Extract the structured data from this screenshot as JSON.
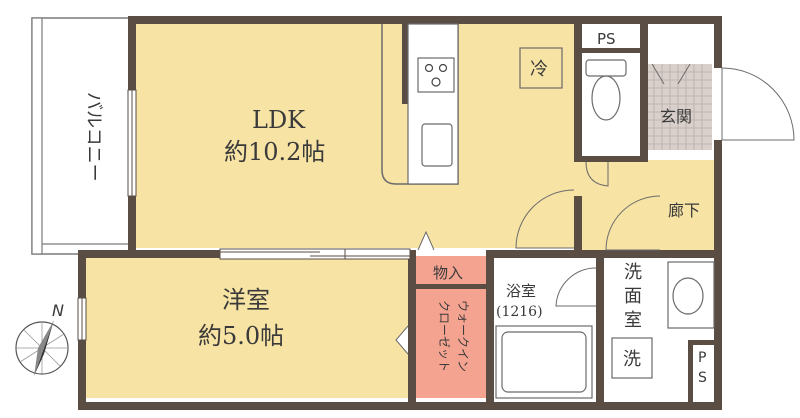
{
  "colors": {
    "wall": "#5a4d44",
    "room_fill": "#f7e3a4",
    "white": "#ffffff",
    "closet_fill": "#f4a391",
    "storage_fill": "#f4a391",
    "entrance_tile": "#d9d0cb",
    "line": "#6b6b6b"
  },
  "rooms": {
    "ldk": {
      "name": "LDK",
      "size": "約10.2帖"
    },
    "western": {
      "name": "洋室",
      "size": "約5.0帖"
    },
    "balcony": {
      "name": "バルコニー"
    },
    "storage": {
      "name": "物入"
    },
    "closet": {
      "name": "ウォークインクローゼット",
      "line1": "ウォークイン",
      "line2": "クローゼット"
    },
    "bath": {
      "name": "浴室",
      "size": "(1216)"
    },
    "washroom": {
      "name": "洗面室",
      "c1": "洗",
      "c2": "面",
      "c3": "室"
    },
    "washer": {
      "mark": "洗"
    },
    "hall": {
      "name": "廊下"
    },
    "entrance": {
      "name": "玄関"
    },
    "ps_top": {
      "name": "PS"
    },
    "ps_bottom": {
      "p": "P",
      "s": "S"
    },
    "fridge": {
      "mark": "冷"
    }
  },
  "compass": {
    "north": "N"
  }
}
